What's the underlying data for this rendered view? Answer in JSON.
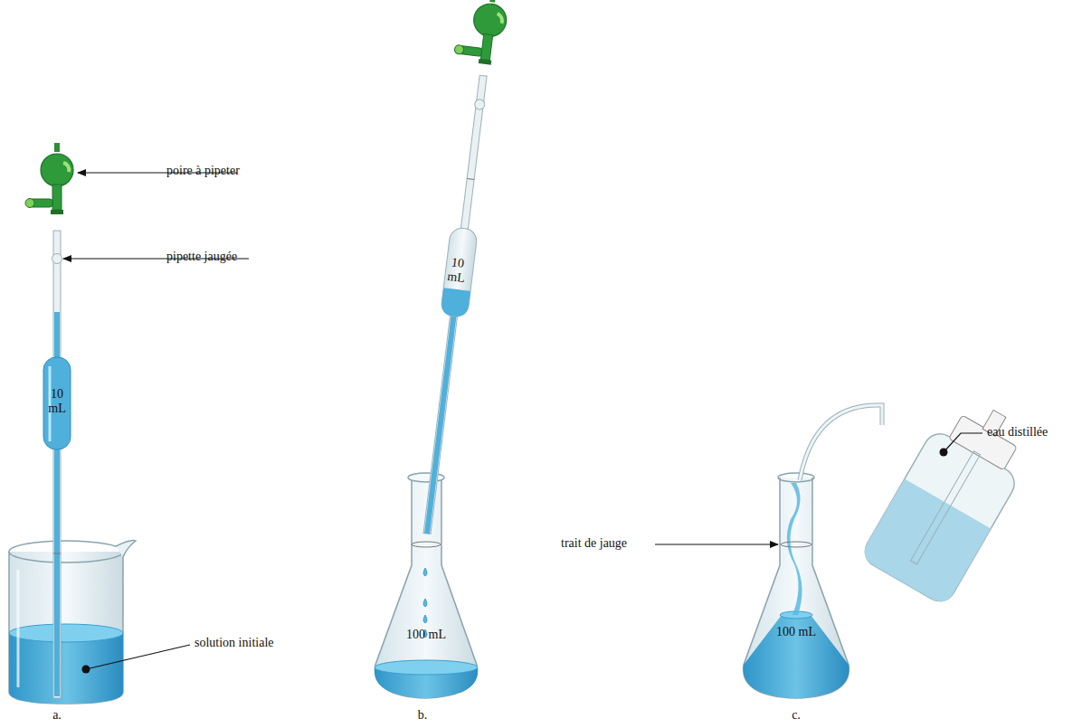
{
  "diagram": {
    "labels": [
      "poire à pipeter",
      "pipette jaugée",
      "10 mL",
      "solution initiale",
      "a.",
      "10 mL",
      "100 mL",
      "b.",
      "trait de jauge",
      "100 mL",
      "eau distillée",
      "c."
    ]
  }
}
